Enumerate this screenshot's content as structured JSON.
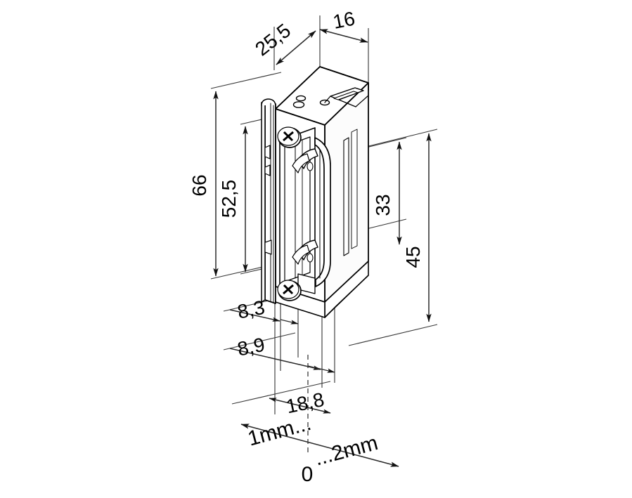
{
  "drawing": {
    "title": "Electric door strike isometric dimensioned drawing",
    "background_color": "#ffffff",
    "line_color": "#000000",
    "dim_line_color": "#4d4d4d",
    "units": "mm",
    "dimensions": {
      "depth_total": "25,5",
      "width_top": "16",
      "height_faceplate": "66",
      "height_inner": "52,5",
      "height_right_upper": "33",
      "height_right_lower": "45",
      "offset_a": "8,3",
      "offset_b": "8,9",
      "offset_c": "18,8"
    },
    "scale_note": {
      "left": "1mm...",
      "right": "...2mm",
      "zero": "0"
    }
  }
}
